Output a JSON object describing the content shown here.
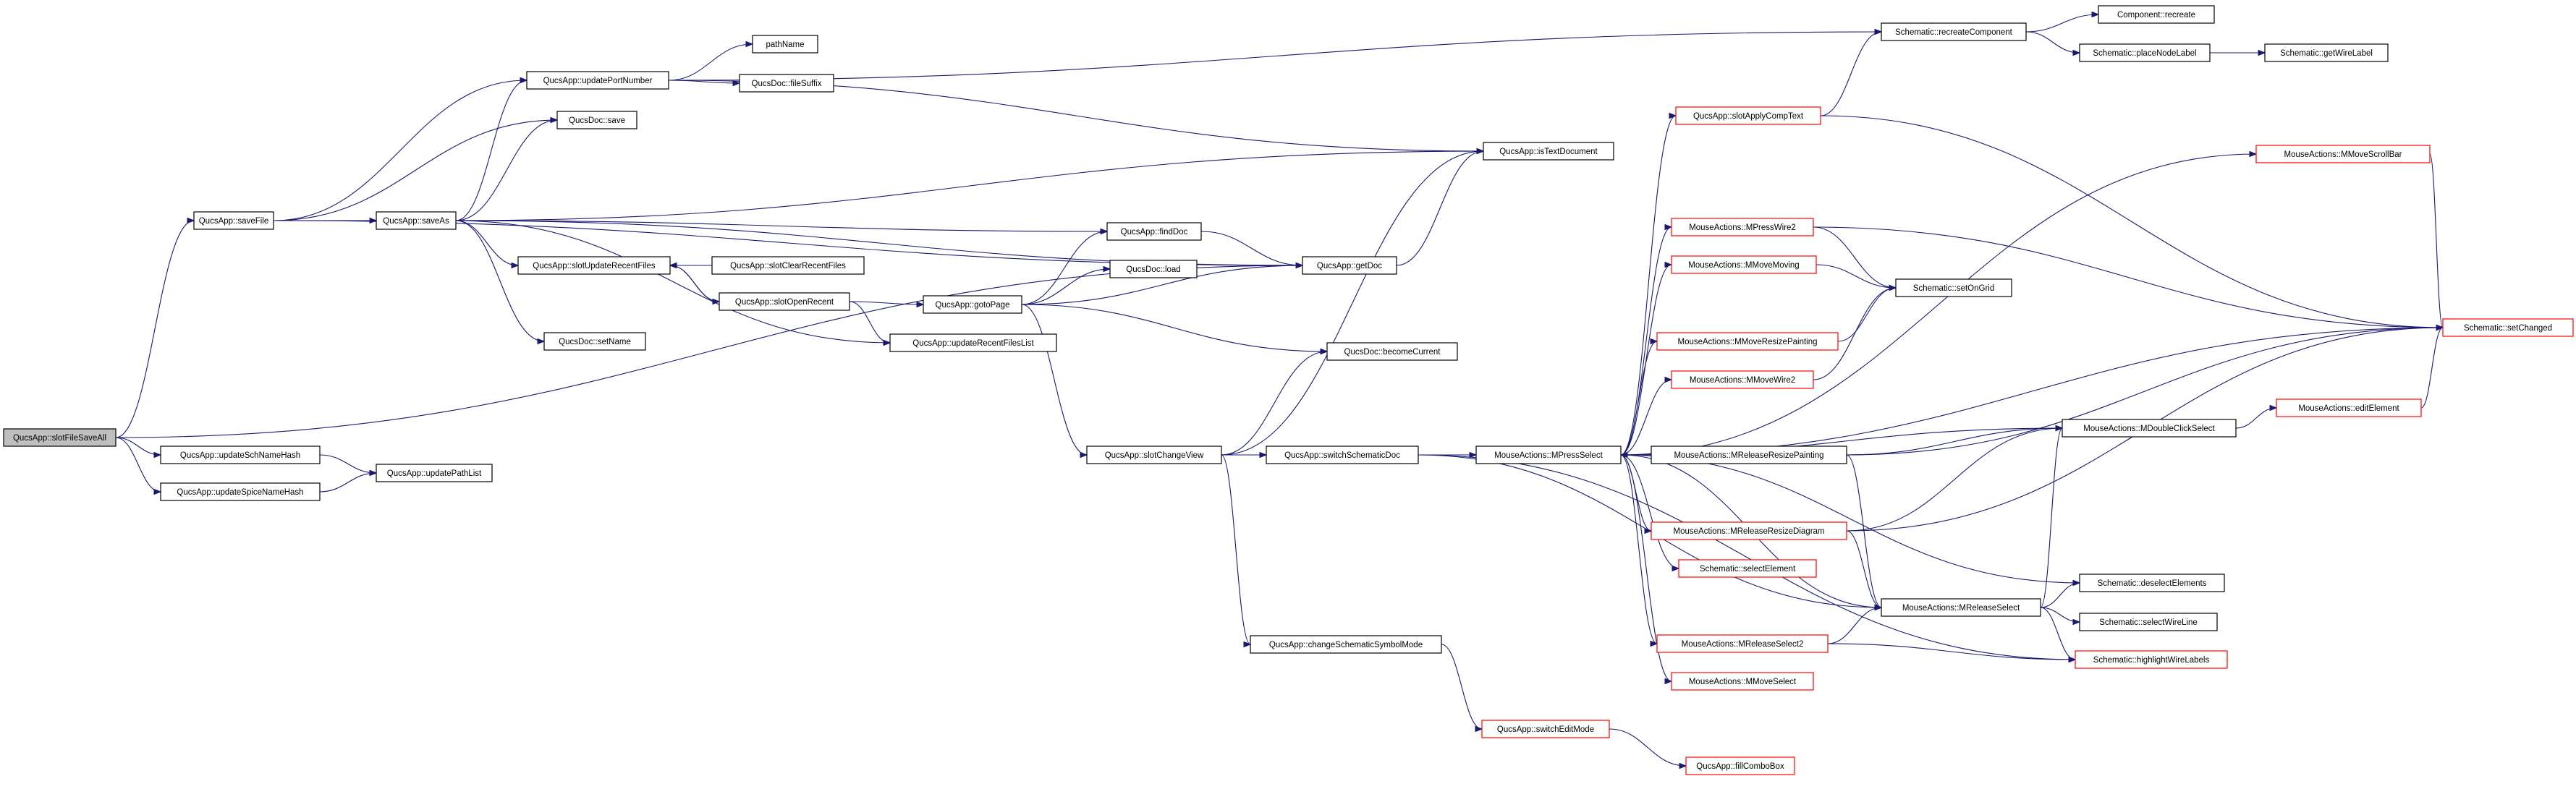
{
  "colors": {
    "edge": "#191970",
    "node_border": "#000000",
    "node_border_red": "#ff0000",
    "root_fill": "#bfbfbf",
    "node_fill": "#ffffff"
  },
  "nodes": [
    {
      "id": "slotFileSaveAll",
      "label": "QucsApp::slotFileSaveAll",
      "root": true
    },
    {
      "id": "saveFile",
      "label": "QucsApp::saveFile"
    },
    {
      "id": "updateSchNameHash",
      "label": "QucsApp::updateSchNameHash"
    },
    {
      "id": "updateSpiceNameHash",
      "label": "QucsApp::updateSpiceNameHash"
    },
    {
      "id": "updatePathList",
      "label": "QucsApp::updatePathList"
    },
    {
      "id": "saveAs",
      "label": "QucsApp::saveAs"
    },
    {
      "id": "updatePortNumber",
      "label": "QucsApp::updatePortNumber"
    },
    {
      "id": "pathName",
      "label": "pathName"
    },
    {
      "id": "fileSuffix",
      "label": "QucsDoc::fileSuffix"
    },
    {
      "id": "docSave",
      "label": "QucsDoc::save"
    },
    {
      "id": "slotUpdateRecentFiles",
      "label": "QucsApp::slotUpdateRecentFiles"
    },
    {
      "id": "slotClearRecentFiles",
      "label": "QucsApp::slotClearRecentFiles"
    },
    {
      "id": "slotOpenRecent",
      "label": "QucsApp::slotOpenRecent"
    },
    {
      "id": "setName",
      "label": "QucsDoc::setName"
    },
    {
      "id": "updateRecentFilesList",
      "label": "QucsApp::updateRecentFilesList"
    },
    {
      "id": "gotoPage",
      "label": "QucsApp::gotoPage"
    },
    {
      "id": "findDoc",
      "label": "QucsApp::findDoc"
    },
    {
      "id": "docLoad",
      "label": "QucsDoc::load"
    },
    {
      "id": "getDoc",
      "label": "QucsApp::getDoc"
    },
    {
      "id": "becomeCurrent",
      "label": "QucsDoc::becomeCurrent"
    },
    {
      "id": "isTextDocument",
      "label": "QucsApp::isTextDocument"
    },
    {
      "id": "recreateComponent",
      "label": "Schematic::recreateComponent"
    },
    {
      "id": "compRecreate",
      "label": "Component::recreate"
    },
    {
      "id": "placeNodeLabel",
      "label": "Schematic::placeNodeLabel"
    },
    {
      "id": "getWireLabel",
      "label": "Schematic::getWireLabel"
    },
    {
      "id": "slotChangeView",
      "label": "QucsApp::slotChangeView"
    },
    {
      "id": "switchSchematicDoc",
      "label": "QucsApp::switchSchematicDoc"
    },
    {
      "id": "changeSchematicSymbolMode",
      "label": "QucsApp::changeSchematicSymbolMode"
    },
    {
      "id": "switchEditMode",
      "label": "QucsApp::switchEditMode",
      "red": true
    },
    {
      "id": "fillComboBox",
      "label": "QucsApp::fillComboBox",
      "red": true
    },
    {
      "id": "slotApplyCompText",
      "label": "QucsApp::slotApplyCompText",
      "red": true
    },
    {
      "id": "MPressSelect",
      "label": "MouseActions::MPressSelect"
    },
    {
      "id": "MPressWire2",
      "label": "MouseActions::MPressWire2",
      "red": true
    },
    {
      "id": "MMoveMoving",
      "label": "MouseActions::MMoveMoving",
      "red": true
    },
    {
      "id": "MMoveResizePainting",
      "label": "MouseActions::MMoveResizePainting",
      "red": true
    },
    {
      "id": "MMoveWire2",
      "label": "MouseActions::MMoveWire2",
      "red": true
    },
    {
      "id": "setOnGrid",
      "label": "Schematic::setOnGrid"
    },
    {
      "id": "MReleaseResizePainting",
      "label": "MouseActions::MReleaseResizePainting"
    },
    {
      "id": "MReleaseResizeDiagram",
      "label": "MouseActions::MReleaseResizeDiagram",
      "red": true
    },
    {
      "id": "selectElement",
      "label": "Schematic::selectElement",
      "red": true
    },
    {
      "id": "MReleaseSelect2",
      "label": "MouseActions::MReleaseSelect2",
      "red": true
    },
    {
      "id": "MMoveSelect",
      "label": "MouseActions::MMoveSelect",
      "red": true
    },
    {
      "id": "MReleaseSelect",
      "label": "MouseActions::MReleaseSelect"
    },
    {
      "id": "MDoubleClickSelect",
      "label": "MouseActions::MDoubleClickSelect"
    },
    {
      "id": "MMoveScrollBar",
      "label": "MouseActions::MMoveScrollBar",
      "red": true
    },
    {
      "id": "setChanged",
      "label": "Schematic::setChanged",
      "red": true
    },
    {
      "id": "editElement",
      "label": "MouseActions::editElement",
      "red": true
    },
    {
      "id": "deselectElements",
      "label": "Schematic::deselectElements"
    },
    {
      "id": "selectWireLine",
      "label": "Schematic::selectWireLine"
    },
    {
      "id": "highlightWireLabels",
      "label": "Schematic::highlightWireLabels",
      "red": true
    }
  ],
  "edges": [
    [
      "slotFileSaveAll",
      "saveFile"
    ],
    [
      "slotFileSaveAll",
      "getDoc"
    ],
    [
      "slotFileSaveAll",
      "updateSchNameHash"
    ],
    [
      "slotFileSaveAll",
      "updateSpiceNameHash"
    ],
    [
      "updateSchNameHash",
      "updatePathList"
    ],
    [
      "updateSpiceNameHash",
      "updatePathList"
    ],
    [
      "saveFile",
      "updatePortNumber"
    ],
    [
      "saveFile",
      "docSave"
    ],
    [
      "saveFile",
      "saveAs"
    ],
    [
      "saveFile",
      "getDoc"
    ],
    [
      "saveAs",
      "updatePortNumber"
    ],
    [
      "saveAs",
      "docSave"
    ],
    [
      "saveAs",
      "isTextDocument"
    ],
    [
      "saveAs",
      "findDoc"
    ],
    [
      "saveAs",
      "getDoc"
    ],
    [
      "saveAs",
      "slotUpdateRecentFiles"
    ],
    [
      "saveAs",
      "setName"
    ],
    [
      "saveAs",
      "updateRecentFilesList"
    ],
    [
      "updatePortNumber",
      "pathName"
    ],
    [
      "updatePortNumber",
      "fileSuffix"
    ],
    [
      "updatePortNumber",
      "recreateComponent"
    ],
    [
      "updatePortNumber",
      "isTextDocument"
    ],
    [
      "slotClearRecentFiles",
      "slotUpdateRecentFiles"
    ],
    [
      "slotOpenRecent",
      "slotUpdateRecentFiles"
    ],
    [
      "slotUpdateRecentFiles",
      "slotOpenRecent"
    ],
    [
      "slotOpenRecent",
      "gotoPage"
    ],
    [
      "slotOpenRecent",
      "updateRecentFilesList"
    ],
    [
      "gotoPage",
      "findDoc"
    ],
    [
      "gotoPage",
      "docLoad"
    ],
    [
      "gotoPage",
      "getDoc"
    ],
    [
      "gotoPage",
      "becomeCurrent"
    ],
    [
      "gotoPage",
      "slotChangeView"
    ],
    [
      "findDoc",
      "getDoc"
    ],
    [
      "getDoc",
      "isTextDocument"
    ],
    [
      "slotChangeView",
      "becomeCurrent"
    ],
    [
      "slotChangeView",
      "isTextDocument"
    ],
    [
      "slotChangeView",
      "switchSchematicDoc"
    ],
    [
      "slotChangeView",
      "changeSchematicSymbolMode"
    ],
    [
      "changeSchematicSymbolMode",
      "switchEditMode"
    ],
    [
      "switchEditMode",
      "fillComboBox"
    ],
    [
      "switchSchematicDoc",
      "MPressSelect"
    ],
    [
      "switchSchematicDoc",
      "MReleaseSelect"
    ],
    [
      "recreateComponent",
      "compRecreate"
    ],
    [
      "recreateComponent",
      "placeNodeLabel"
    ],
    [
      "placeNodeLabel",
      "getWireLabel"
    ],
    [
      "slotApplyCompText",
      "recreateComponent"
    ],
    [
      "slotApplyCompText",
      "setChanged"
    ],
    [
      "MPressSelect",
      "slotApplyCompText"
    ],
    [
      "MPressSelect",
      "MMoveScrollBar"
    ],
    [
      "MPressSelect",
      "MPressWire2"
    ],
    [
      "MPressSelect",
      "MMoveMoving"
    ],
    [
      "MPressSelect",
      "MMoveResizePainting"
    ],
    [
      "MPressSelect",
      "MMoveWire2"
    ],
    [
      "MPressSelect",
      "MDoubleClickSelect"
    ],
    [
      "MPressSelect",
      "setChanged"
    ],
    [
      "MPressSelect",
      "MReleaseResizeDiagram"
    ],
    [
      "MPressSelect",
      "selectElement"
    ],
    [
      "MPressSelect",
      "MReleaseSelect2"
    ],
    [
      "MPressSelect",
      "MMoveSelect"
    ],
    [
      "MPressSelect",
      "MReleaseSelect"
    ],
    [
      "MPressSelect",
      "deselectElements"
    ],
    [
      "MReleaseResizePainting",
      "MPressSelect"
    ],
    [
      "MReleaseResizePainting",
      "MDoubleClickSelect"
    ],
    [
      "MReleaseResizePainting",
      "MReleaseSelect"
    ],
    [
      "MPressWire2",
      "setOnGrid"
    ],
    [
      "MPressWire2",
      "setChanged"
    ],
    [
      "MMoveMoving",
      "setOnGrid"
    ],
    [
      "MMoveResizePainting",
      "setOnGrid"
    ],
    [
      "MMoveWire2",
      "setOnGrid"
    ],
    [
      "MReleaseResizeDiagram",
      "MDoubleClickSelect"
    ],
    [
      "MReleaseResizeDiagram",
      "setChanged"
    ],
    [
      "MReleaseResizeDiagram",
      "MReleaseSelect"
    ],
    [
      "MReleaseSelect2",
      "MReleaseSelect"
    ],
    [
      "MReleaseSelect2",
      "highlightWireLabels"
    ],
    [
      "MReleaseSelect",
      "MDoubleClickSelect"
    ],
    [
      "MReleaseSelect",
      "deselectElements"
    ],
    [
      "MReleaseSelect",
      "selectWireLine"
    ],
    [
      "MReleaseSelect",
      "highlightWireLabels"
    ],
    [
      "MDoubleClickSelect",
      "editElement"
    ],
    [
      "editElement",
      "setChanged"
    ],
    [
      "MMoveScrollBar",
      "setChanged"
    ],
    [
      "MReleaseResizePainting",
      "setChanged"
    ],
    [
      "switchSchematicDoc",
      "highlightWireLabels"
    ]
  ]
}
